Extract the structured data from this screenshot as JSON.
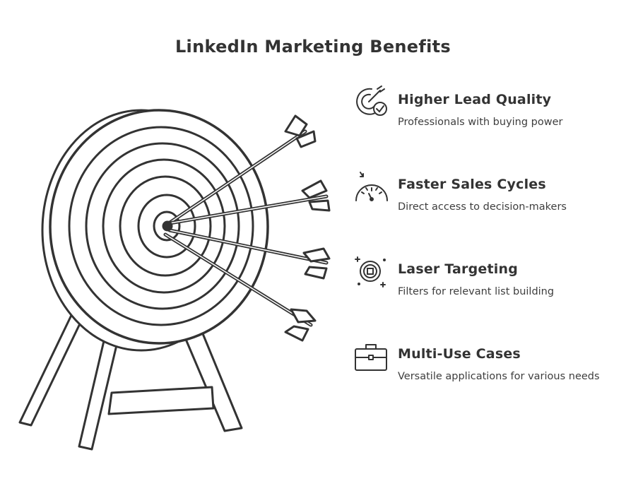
{
  "title": "LinkedIn Marketing Benefits",
  "benefits": [
    {
      "heading": "Higher Lead Quality",
      "description": "Professionals with buying power",
      "icon": "target-check-icon"
    },
    {
      "heading": "Faster Sales Cycles",
      "description": "Direct access to decision-makers",
      "icon": "speedometer-icon"
    },
    {
      "heading": "Laser Targeting",
      "description": "Filters for relevant list building",
      "icon": "crosshair-icon"
    },
    {
      "heading": "Multi-Use Cases",
      "description": "Versatile applications for various needs",
      "icon": "briefcase-icon"
    }
  ],
  "colors": {
    "stroke": "#333333",
    "background": "#ffffff"
  }
}
